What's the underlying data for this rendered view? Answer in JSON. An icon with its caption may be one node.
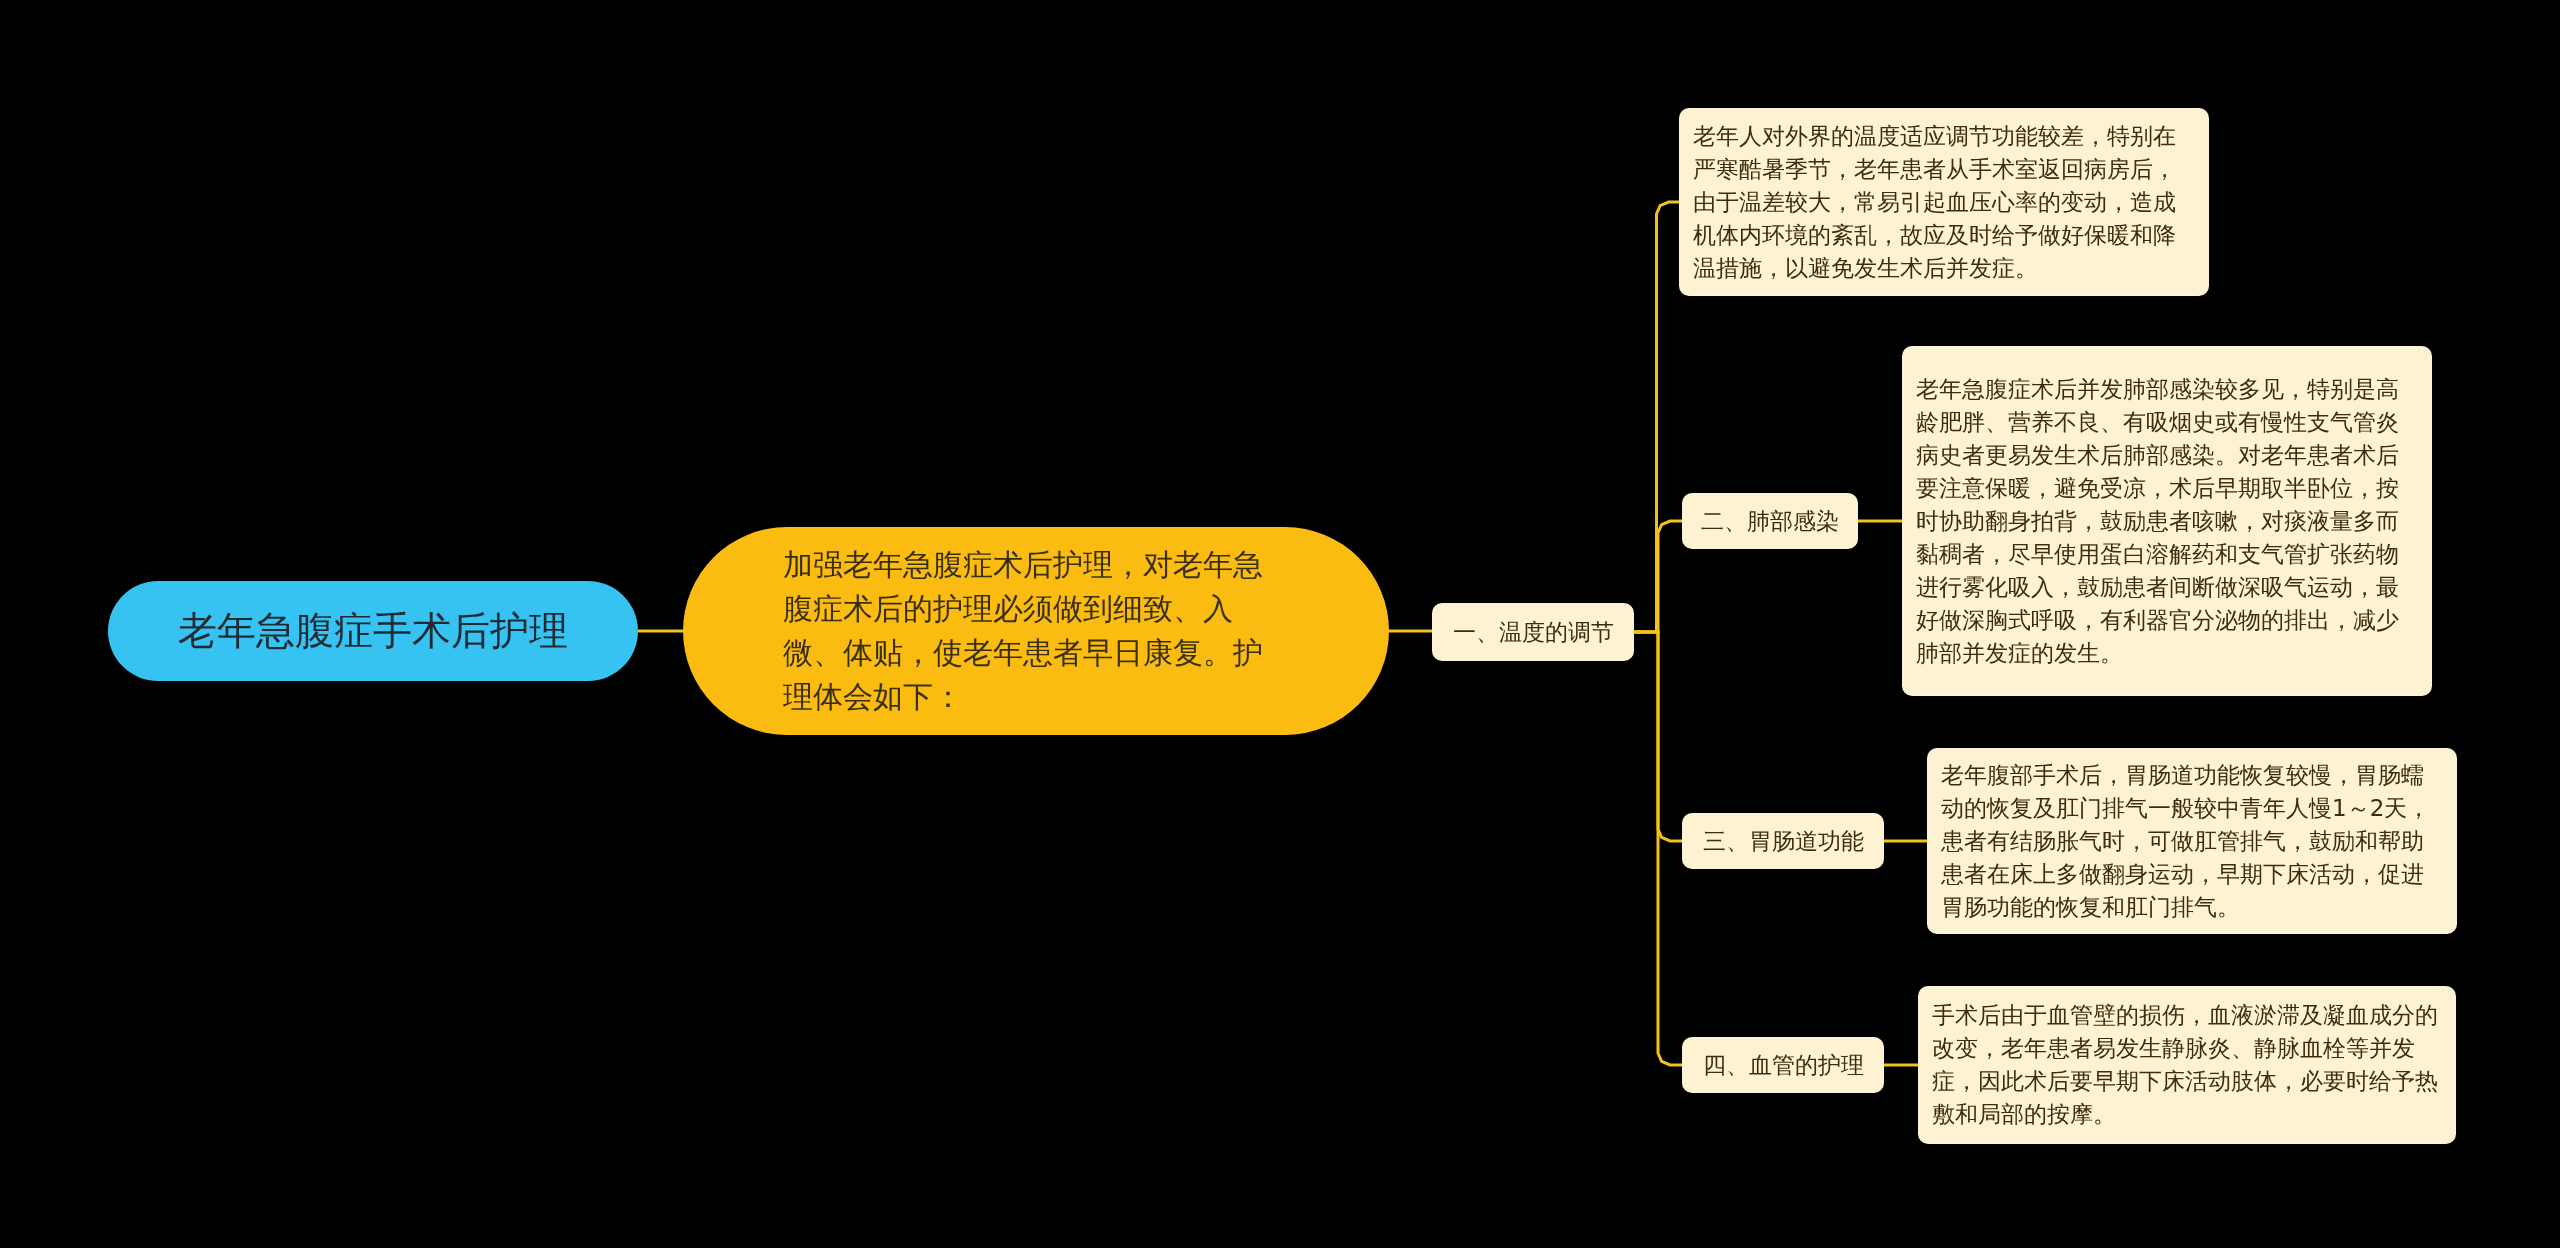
{
  "diagram": {
    "nodes": [
      {
        "text": [
          "老年急腹症手术后护理"
        ]
      },
      {
        "text": [
          "加强老年急腹症术后护理，对老年急腹症术后的护理必须做到细致、入微、体贴，使老年患者早日康复。护理体会如下："
        ]
      },
      {
        "text": [
          "一、温度的调节"
        ]
      },
      {
        "text": [
          "老年人对外界的温度适应调节功能较差，特别在严寒酷暑季节，老年患者从手术室返回病房后，由于温差较大，常易引起血压心率的变动，造成机体内环境的紊乱，故应及时给予做好保暖和降温措施，以避免发生术后并发症。"
        ]
      },
      {
        "text": [
          "二、肺部感染"
        ]
      },
      {
        "text": [
          "老年急腹症术后并发肺部感染较多见，特别是高龄肥胖、营养不良、有吸烟史或有慢性支气管炎病史者更易发生术后肺部感染。对老年患者术后要注意保暖，避免受凉，术后早期取半卧位，按时协助翻身拍背，鼓励患者咳嗽，对痰液量多而黏稠者，尽早使用蛋白溶解药和支气管扩张药物进行雾化吸入，鼓励患者间断做深吸气运动，最好做深胸式呼吸，有利器官分泌物的排出，减少肺部并发症的发生。"
        ]
      },
      {
        "text": [
          "三、胃肠道功能"
        ]
      },
      {
        "text": [
          "老年腹部手术后，胃肠道功能恢复较慢，胃肠蠕动的恢复及肛门排气一般较中青年人慢1～2天，患者有结肠胀气时，可做肛管排气，鼓励和帮助患者在床上多做翻身运动，早期下床活动，促进胃肠功能的恢复和肛门排气。"
        ]
      },
      {
        "text": [
          "四、血管的护理"
        ]
      },
      {
        "text": [
          "手术后由于血管壁的损伤，血液淤滞及凝血成分的改变，老年患者易发生静脉炎、静脉血栓等并发症，因此术后要早期下床活动肢体，必要时给予热敷和局部的按摩。"
        ]
      }
    ],
    "edges": [
      {
        "from": 0,
        "to": 1,
        "arrow": "none"
      },
      {
        "from": 1,
        "to": 2,
        "arrow": "none"
      },
      {
        "from": 2,
        "to": 3,
        "arrow": "none"
      },
      {
        "from": 2,
        "to": 4,
        "arrow": "none"
      },
      {
        "from": 2,
        "to": 6,
        "arrow": "none"
      },
      {
        "from": 2,
        "to": 8,
        "arrow": "none"
      },
      {
        "from": 4,
        "to": 5,
        "arrow": "none"
      },
      {
        "from": 6,
        "to": 7,
        "arrow": "none"
      },
      {
        "from": 8,
        "to": 9,
        "arrow": "none"
      }
    ]
  }
}
